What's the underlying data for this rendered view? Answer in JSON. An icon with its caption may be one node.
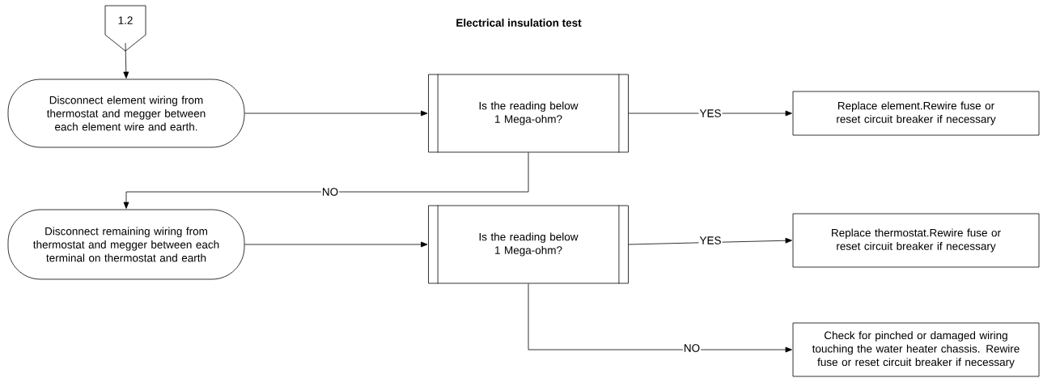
{
  "diagram": {
    "title": "Electrical insulation test",
    "nodes": [
      {
        "text": [
          "1.2"
        ]
      },
      {
        "text": [
          "Disconnect element wiring from thermostat and megger between each element wire and earth."
        ]
      },
      {
        "text": [
          "Is the reading below 1 Mega-ohm?"
        ]
      },
      {
        "text": [
          "Replace element.Rewire fuse or reset circuit breaker if necessary"
        ]
      },
      {
        "text": [
          "Disconnect remaining wiring from thermostat and megger between each terminal on thermostat and earth"
        ]
      },
      {
        "text": [
          "Is the reading below 1 Mega-ohm?"
        ]
      },
      {
        "text": [
          "Replace thermostat.Rewire fuse or reset circuit breaker if necessary"
        ]
      },
      {
        "text": [
          "Check for pinched or damaged wiring touching the water heater chassis. Rewire fuse or reset circuit breaker if necessary"
        ]
      }
    ],
    "edges": [
      {
        "from": 0,
        "to": 1,
        "arrow": "to"
      },
      {
        "from": 1,
        "to": 2,
        "arrow": "to"
      },
      {
        "from": 2,
        "to": 3,
        "arrow": "to",
        "label": "YES"
      },
      {
        "from": 2,
        "to": 4,
        "arrow": "to",
        "label": "NO"
      },
      {
        "from": 4,
        "to": 5,
        "arrow": "to"
      },
      {
        "from": 5,
        "to": 6,
        "arrow": "to",
        "label": "YES"
      },
      {
        "from": 5,
        "to": 7,
        "arrow": "to",
        "label": "NO"
      }
    ]
  }
}
